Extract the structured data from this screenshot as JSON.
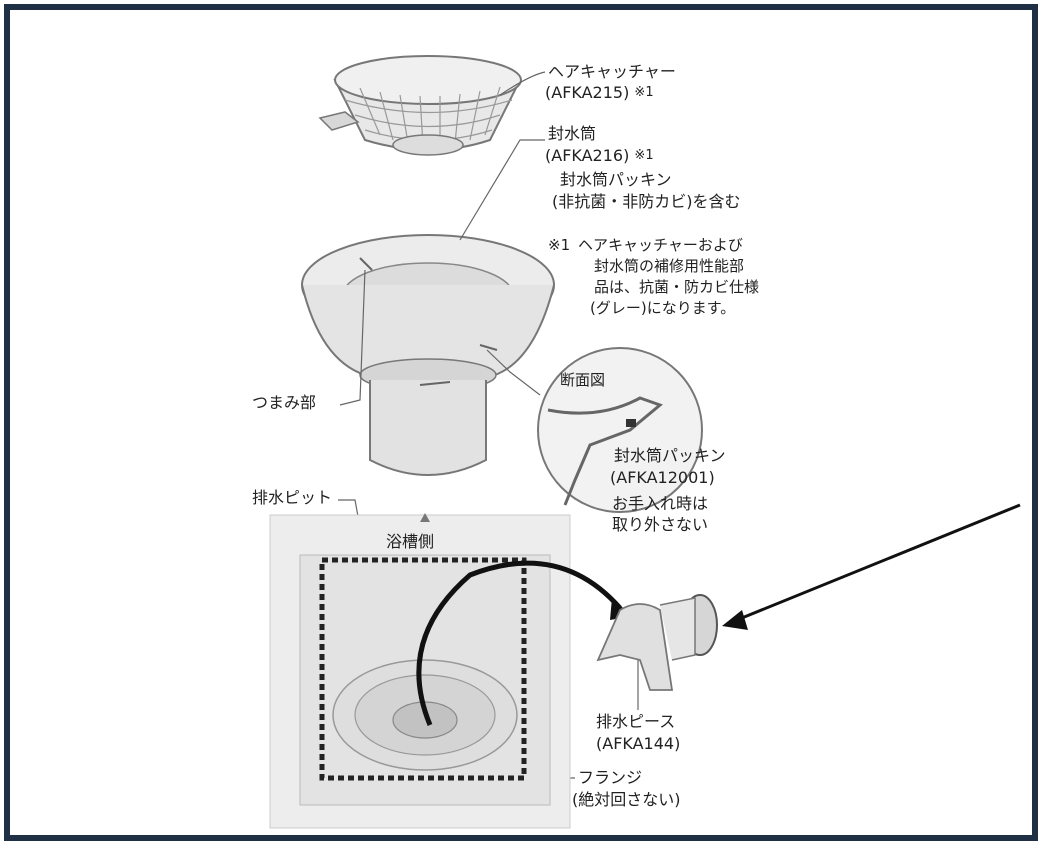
{
  "labels": {
    "hair_catcher_name": "ヘアキャッチャー",
    "hair_catcher_code": "(AFKA215)",
    "note_mark_1": "※1",
    "seal_cup_name": "封水筒",
    "seal_cup_code": "(AFKA216)",
    "note_mark_2": "※1",
    "seal_cup_packing_included_1": "封水筒パッキン",
    "seal_cup_packing_included_2": "(非抗菌・非防カビ)を含む",
    "footnote_mark": "※1",
    "footnote_line1": "ヘアキャッチャーおよび",
    "footnote_line2": "封水筒の補修用性能部",
    "footnote_line3": "品は、抗菌・防カビ仕様",
    "footnote_line4": "(グレー)になります。",
    "knob": "つまみ部",
    "section_view": "断面図",
    "packing_name": "封水筒パッキン",
    "packing_code": "(AFKA12001)",
    "packing_note1": "お手入れ時は",
    "packing_note2": "取り外さない",
    "drain_pit": "排水ピット",
    "tub_side": "浴槽側",
    "drain_piece_name": "排水ピース",
    "drain_piece_code": "(AFKA144)",
    "flange_name": "フランジ",
    "flange_note": "(絶対回さない)"
  },
  "colors": {
    "frame": "#1f2f44",
    "part_fill": "#e6e6e6",
    "part_stroke": "#777777",
    "arrow": "#111111"
  }
}
